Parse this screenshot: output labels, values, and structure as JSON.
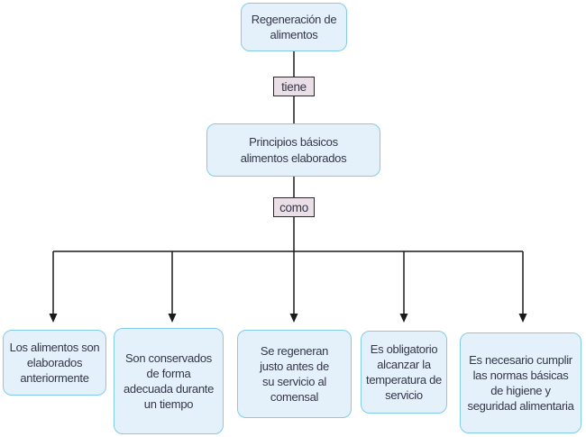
{
  "colors": {
    "node_fill": "#e4f1fa",
    "node_border": "#82cce9",
    "link_fill": "#eadfe6",
    "link_border": "#2a2a2a",
    "text": "#35354a",
    "line": "#1a1a1a"
  },
  "nodes": {
    "root": {
      "label": "Regeneración de alimentos"
    },
    "link_top": {
      "label": "tiene"
    },
    "middle": {
      "label": "Principios básicos alimentos elaborados"
    },
    "link_bottom": {
      "label": "como"
    },
    "leaves": [
      {
        "label": "Los alimentos son elaborados anteriormente"
      },
      {
        "label": "Son conservados de forma adecuada durante un tiempo"
      },
      {
        "label": "Se regeneran justo antes de su servicio al comensal"
      },
      {
        "label": "Es obligatorio alcanzar la temperatura de servicio"
      },
      {
        "label": "Es necesario cumplir las normas básicas de higiene y seguridad alimentaria"
      }
    ]
  }
}
